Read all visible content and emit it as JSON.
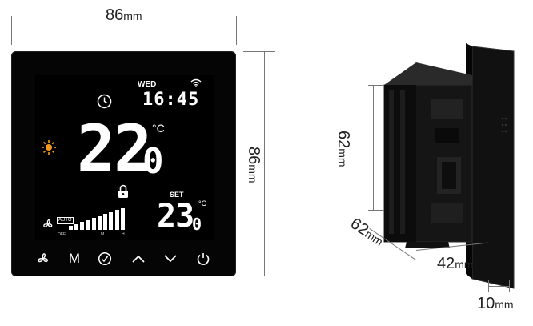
{
  "dimensions": {
    "front_width": {
      "value": "86",
      "unit": "mm"
    },
    "front_height": {
      "value": "86",
      "unit": "mm"
    },
    "back_height": {
      "value": "62",
      "unit": "mm"
    },
    "back_width": {
      "value": "62",
      "unit": "mm"
    },
    "depth": {
      "value": "42",
      "unit": "mm"
    },
    "plate_thickness": {
      "value": "10",
      "unit": "mm"
    }
  },
  "display": {
    "weekday": "WED",
    "time": "16:45",
    "current_temp_int": "22",
    "current_temp_dec": "0",
    "temp_unit": "°C",
    "set_label": "SET",
    "set_temp_int": "23",
    "set_temp_dec": "0",
    "fan_mode": "AUTO",
    "fan_levels": [
      "OFF",
      "L",
      "M",
      "H"
    ],
    "fan_bar_count": 10
  },
  "buttons": {
    "mode_label": "M"
  },
  "colors": {
    "sun": "#f39a1e",
    "device": "#050505",
    "screen_text": "#ffffff"
  }
}
